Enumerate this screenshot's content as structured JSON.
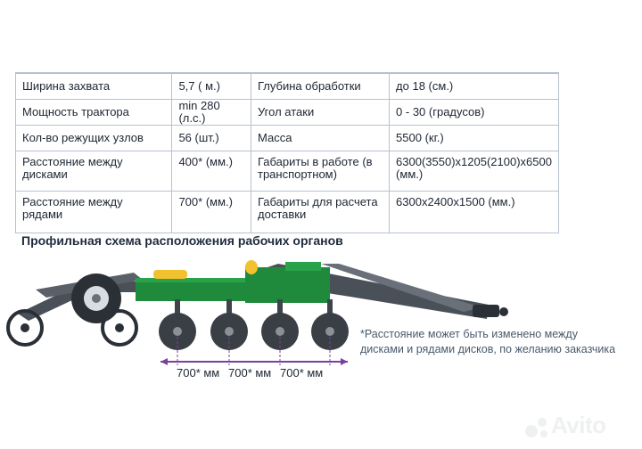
{
  "specs": {
    "rows": [
      [
        "Ширина захвата",
        "5,7 ( м.)",
        "Глубина обработки",
        "до 18 (см.)"
      ],
      [
        "Мощность трактора",
        "min 280 (л.с.)",
        "Угол атаки",
        "0 - 30 (градусов)"
      ],
      [
        "Кол-во режущих узлов",
        "56 (шт.)",
        "Масса",
        "5500 (кг.)"
      ],
      [
        "Расстояние между дисками",
        "400* (мм.)",
        "Габариты в работе (в транспортном)",
        "6300(3550)x1205(2100)x6500 (мм.)"
      ],
      [
        "Расстояние между рядами",
        "700* (мм.)",
        "Габариты для расчета доставки",
        "6300x2400x1500 (мм.)"
      ]
    ]
  },
  "section_title": "Профильная схема расположения рабочих органов",
  "dimensions": [
    "700* мм",
    "700* мм",
    "700* мм"
  ],
  "note": "*Расстояние может быть изменено между дисками и рядами дисков, по желанию заказчика",
  "watermark": "Avito",
  "colors": {
    "frame_green": "#1f8a3b",
    "frame_dark": "#3e444c",
    "hydraulic_yellow": "#f2c12e",
    "disc_dark": "#3a3f46",
    "dimension_purple": "#7b3fa0"
  }
}
